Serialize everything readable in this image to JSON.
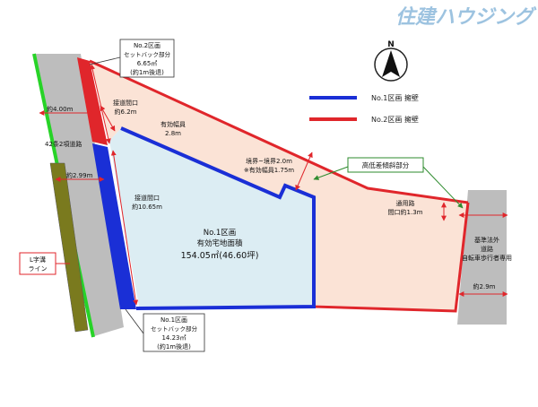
{
  "brand": {
    "name": "住建ハウジング",
    "color": "#9dc3e0"
  },
  "compass": {
    "north_label": "N"
  },
  "legend": [
    {
      "label": "No.1区画 擁壁",
      "color": "#1a2fd6"
    },
    {
      "label": "No.2区画 擁壁",
      "color": "#e0262b"
    }
  ],
  "roads": {
    "left_width": "約4.00m",
    "left_type": "42条2項道路",
    "left_width_2": "約2.99m",
    "right_name_1": "基準法外",
    "right_name_2": "道路",
    "right_name_3": "自転車歩行者専用",
    "right_width": "約2.9m"
  },
  "l_gutter": {
    "line1": "L字溝",
    "line2": "ライン",
    "color": "#7a7a1e"
  },
  "lot2": {
    "title": "No.2区画",
    "setback_label": "セットバック部分",
    "setback_area": "6.65㎡",
    "setback_note": "(約1m後退)",
    "frontage_label": "接道間口",
    "frontage_value": "約6.2m",
    "eff_width_label": "有効幅員",
    "eff_width_value": "2.8m",
    "boundary_line1": "境界~境界2.0m",
    "boundary_line2": "※有効幅員1.75m",
    "slope_label": "高低差傾斜部分",
    "access_label": "通用路",
    "access_value": "間口約1.3m",
    "fill": "#fbe3d6"
  },
  "lot1": {
    "title": "No.1区画",
    "area_label": "有効宅地面積",
    "area_value": "154.05㎡(46.60坪)",
    "frontage_label": "接道間口",
    "frontage_value": "約10.65m",
    "setback_title": "No.1区画",
    "setback_label": "セットバック部分",
    "setback_area": "14.23㎡",
    "setback_note": "(約1m後退)",
    "fill": "#dcedf3"
  }
}
